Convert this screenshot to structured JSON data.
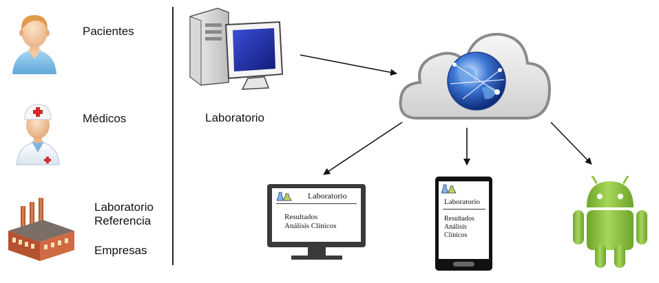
{
  "left_panel": {
    "items": [
      {
        "label": "Pacientes",
        "icon": "patient-icon"
      },
      {
        "label": "Médicos",
        "icon": "doctor-icon"
      },
      {
        "label_line1": "Laboratorio",
        "label_line2": "Referencia",
        "icon": "factory-icon"
      },
      {
        "label": "Empresas"
      }
    ]
  },
  "source": {
    "label": "Laboratorio",
    "icon": "desktop-computer-icon"
  },
  "cloud": {
    "icon": "cloud-globe-icon"
  },
  "monitor_screen": {
    "header": "Laboratorio",
    "line1": "Resultados",
    "line2": "Análisis Clínicos"
  },
  "phone_screen": {
    "header": "Laboratorio",
    "line1": "Resultados",
    "line2": "Análisis",
    "line3": "Clínicos"
  },
  "android": {
    "icon": "android-robot-icon"
  },
  "colors": {
    "accent_blue": "#1a3a9e",
    "android_green": "#8cc63f",
    "cloud_gray": "#c8c8c8",
    "factory_brick": "#b5522f"
  }
}
